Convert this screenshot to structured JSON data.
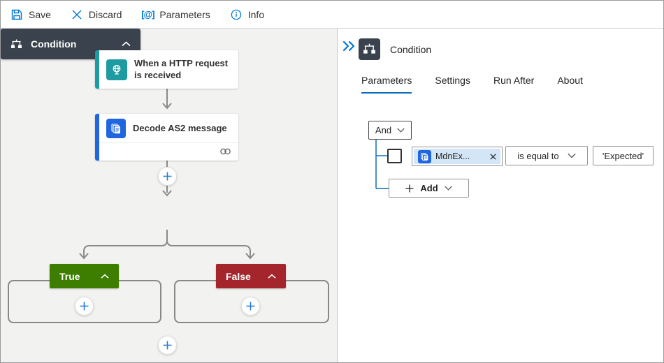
{
  "toolbar": {
    "items": [
      {
        "label": "Save",
        "icon": "save-icon"
      },
      {
        "label": "Discard",
        "icon": "discard-icon"
      },
      {
        "label": "Parameters",
        "icon": "parameters-icon"
      },
      {
        "label": "Info",
        "icon": "info-icon"
      }
    ]
  },
  "canvas": {
    "trigger": {
      "title": "When a HTTP request is received",
      "color": "#1e9ba0"
    },
    "action": {
      "title": "Decode AS2 message",
      "color": "#2066e0"
    },
    "condition": {
      "title": "Condition",
      "color": "#3a424d"
    },
    "branches": [
      {
        "label": "True",
        "color": "#3d7d00"
      },
      {
        "label": "False",
        "color": "#a4262c"
      }
    ]
  },
  "panel": {
    "title": "Condition",
    "tabs": [
      {
        "label": "Parameters",
        "active": true
      },
      {
        "label": "Settings",
        "active": false
      },
      {
        "label": "Run After",
        "active": false
      },
      {
        "label": "About",
        "active": false
      }
    ],
    "builder": {
      "join": "And",
      "row": {
        "token": "MdnEx...",
        "operator": "is equal to",
        "value": "'Expected'"
      },
      "add_label": "Add"
    }
  },
  "colors": {
    "accent": "#0f6cbd",
    "toolbar_icon": "#0078d4",
    "connector_line": "#8c8a88",
    "tree_line": "#0f6cbd",
    "token_bg": "#d3e5f7",
    "true_green": "#3d7d00",
    "false_red": "#a4262c",
    "condition_dark": "#3a424d"
  }
}
